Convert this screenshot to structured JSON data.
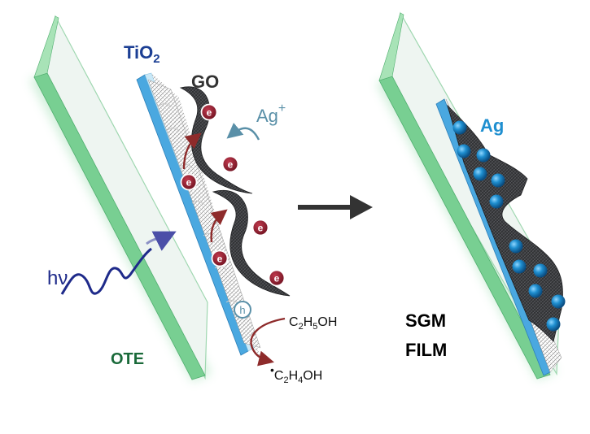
{
  "labels": {
    "tio2": "TiO",
    "tio2_sub": "2",
    "go": "GO",
    "ag_ion": "Ag",
    "ag_ion_sup": "+",
    "electron": "e",
    "hole": "h",
    "ethanol_c": "C",
    "ethanol_sub1": "2",
    "ethanol_h": "H",
    "ethanol_sub2": "5",
    "ethanol_oh": "OH",
    "radical_dot": "•",
    "radical_c": "C",
    "radical_sub1": "2",
    "radical_h": "H",
    "radical_sub2": "4",
    "radical_oh": "OH",
    "hv": "hν",
    "ote": "OTE",
    "ag": "Ag",
    "sgm": "SGM",
    "film": "FILM"
  },
  "colors": {
    "glass_green": "#7fd39a",
    "tio2_blue": "#4aa8e0",
    "tio2_label": "#1c3f94",
    "go_dark": "#2f3033",
    "electron": "#8e1b2a",
    "arrow_red": "#8e2b2b",
    "ag_ion_label": "#5a90a8",
    "ag_sphere": "#1f8fd0",
    "ote_label": "#1a6a3a",
    "hv_wave": "#1e2a8a"
  },
  "icons": {
    "process_arrow": "arrow-right-icon",
    "light_wave": "wave-icon"
  }
}
